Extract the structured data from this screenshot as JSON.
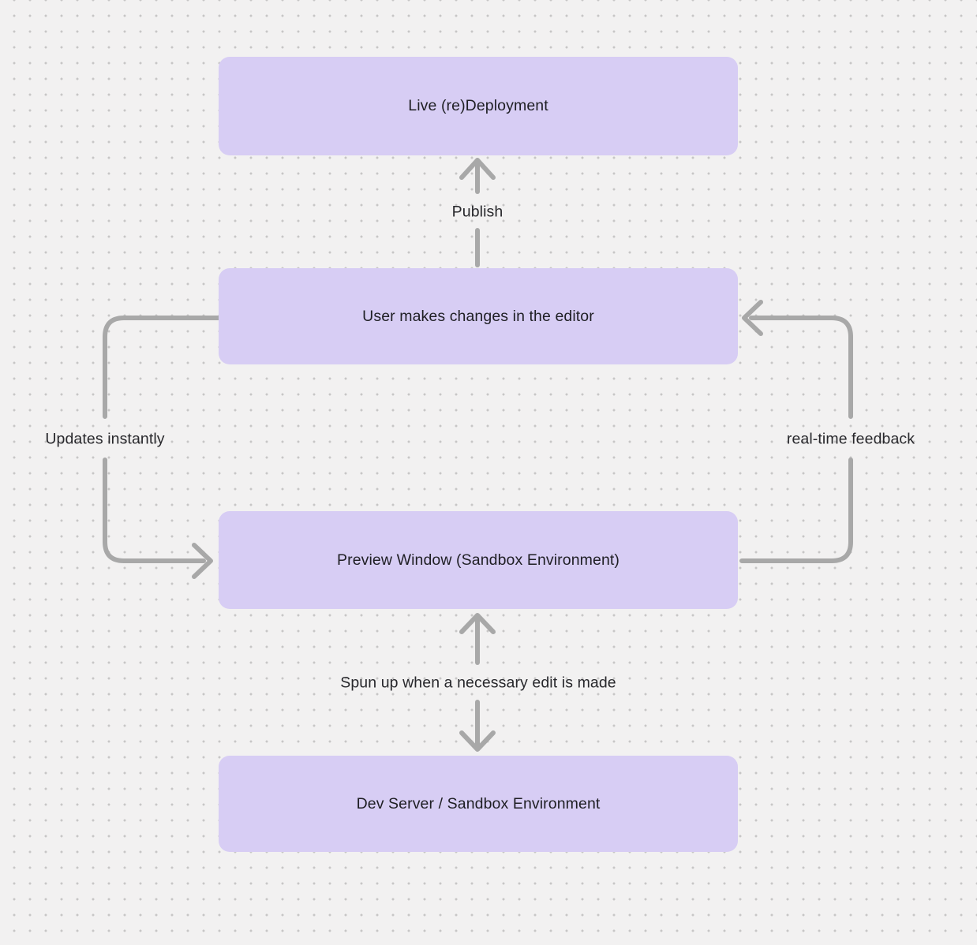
{
  "canvas": {
    "background_color": "#f2f1f1",
    "dot_grid_color": "#c7c6c6",
    "node_fill_color": "#d7cdf4",
    "connector_color": "#a8a8a8",
    "text_color": "#1f1f24"
  },
  "nodes": {
    "live_deployment": {
      "label": "Live (re)Deployment"
    },
    "editor": {
      "label": "User makes changes in the editor"
    },
    "preview_window": {
      "label": "Preview Window (Sandbox Environment)"
    },
    "dev_server": {
      "label": "Dev Server / Sandbox Environment"
    }
  },
  "edges": {
    "publish": {
      "label": "Publish"
    },
    "updates_instantly": {
      "label": "Updates instantly"
    },
    "realtime_feedback": {
      "label": "real-time feedback"
    },
    "spun_up": {
      "label": "Spun up when a necessary edit is made"
    }
  }
}
